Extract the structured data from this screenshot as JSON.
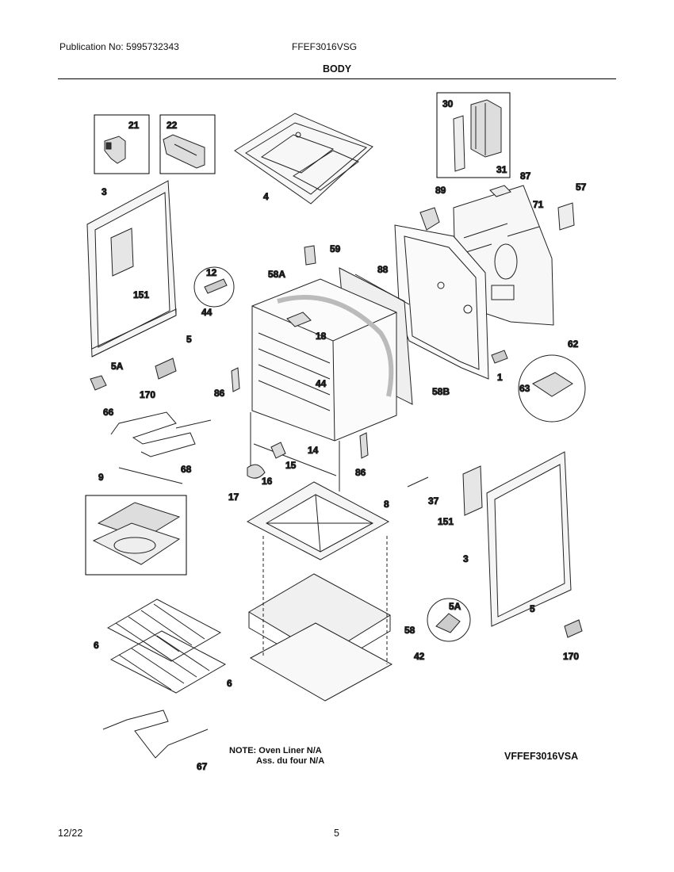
{
  "header": {
    "publication": "Publication No: 5995732343",
    "model": "FFEF3016VSG",
    "section": "BODY"
  },
  "footer": {
    "date": "12/22",
    "page": "5"
  },
  "note": {
    "line1": "NOTE: Oven Liner N/A",
    "line2": "Ass. du four N/A"
  },
  "diagram_code": "VFFEF3016VSA",
  "parts": {
    "p21": "21",
    "p22": "22",
    "p30": "30",
    "p31": "31",
    "p3a": "3",
    "p4": "4",
    "p89": "89",
    "p87": "87",
    "p57": "57",
    "p71": "71",
    "p59": "59",
    "p88": "88",
    "p12": "12",
    "p58a": "58A",
    "p151a": "151",
    "p44a": "44",
    "p18": "18",
    "p5a": "5",
    "p62": "62",
    "p1": "1",
    "p5aa": "5A",
    "p170a": "170",
    "p86a": "86",
    "p44b": "44",
    "p63": "63",
    "p58b": "58B",
    "p66": "66",
    "p14": "14",
    "p15": "15",
    "p68": "68",
    "p86b": "86",
    "p9": "9",
    "p16": "16",
    "p17": "17",
    "p8": "8",
    "p37": "37",
    "p151b": "151",
    "p3b": "3",
    "p5ab": "5A",
    "p5b": "5",
    "p58": "58",
    "p6a": "6",
    "p42": "42",
    "p170b": "170",
    "p6b": "6",
    "p67": "67"
  }
}
